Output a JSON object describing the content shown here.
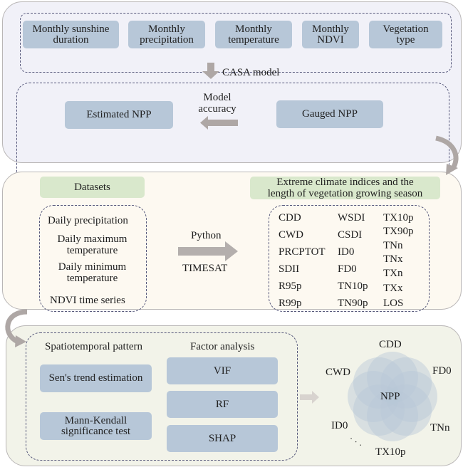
{
  "section1": {
    "inputs": [
      {
        "line1": "Monthly sunshine",
        "line2": "duration"
      },
      {
        "line1": "Monthly",
        "line2": "precipitation"
      },
      {
        "line1": "Monthly",
        "line2": "temperature"
      },
      {
        "line1": "Monthly",
        "line2": "NDVI"
      },
      {
        "line1": "Vegetation",
        "line2": "type"
      }
    ],
    "arrow_label": "CASA model",
    "estimated": "Estimated NPP",
    "gauged": "Gauged NPP",
    "accuracy_line1": "Model",
    "accuracy_line2": "accuracy"
  },
  "section2": {
    "datasets_title": "Datasets",
    "indices_title_line1": "Extreme climate indices and the",
    "indices_title_line2": "length of vegetation growing season",
    "datasets": [
      {
        "line1": "Daily precipitation",
        "line2": ""
      },
      {
        "line1": "Daily maximum",
        "line2": "temperature"
      },
      {
        "line1": "Daily minimum",
        "line2": "temperature"
      },
      {
        "line1": "NDVI time series",
        "line2": ""
      }
    ],
    "tool_top": "Python",
    "tool_bottom": "TIMESAT",
    "indices_col1": [
      "CDD",
      "CWD",
      "PRCPTOT",
      "SDII",
      "R95p",
      "R99p"
    ],
    "indices_col2": [
      "WSDI",
      "CSDI",
      "ID0",
      "FD0",
      "TN10p",
      "TN90p"
    ],
    "indices_col3": [
      "TX10p",
      "TX90p",
      "TNn",
      "TNx",
      "TXn",
      "TXx",
      "LOS"
    ]
  },
  "section3": {
    "spatio_title": "Spatiotemporal pattern",
    "factor_title": "Factor analysis",
    "sens": "Sen's trend estimation",
    "mk_line1": "Mann-Kendall",
    "mk_line2": "significance test",
    "vif": "VIF",
    "rf": "RF",
    "shap": "SHAP",
    "center": "NPP",
    "petals": {
      "top": "CDD",
      "left": "CWD",
      "right": "FD0",
      "lower_left": "ID0",
      "lower_right": "TNn",
      "bottom": "TX10p",
      "ellipsis": ". . ."
    }
  },
  "colors": {
    "panel1_bg": "#f1f1f8",
    "panel2_bg": "#fdf9f1",
    "panel3_bg": "#f2f3e9",
    "box_blue": "#b7c7d8",
    "box_green": "#d9e8cc",
    "arrow_gray": "#aea7a5",
    "dash_line": "#55577a"
  }
}
